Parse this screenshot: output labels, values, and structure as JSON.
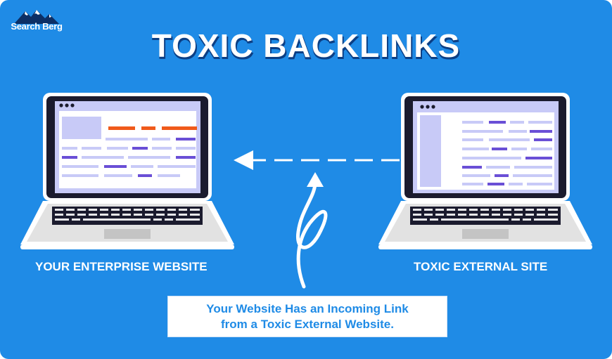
{
  "brand": {
    "name": "Search Berg"
  },
  "title": "TOXIC BACKLINKS",
  "left_laptop": {
    "caption": "YOUR ENTERPRISE WEBSITE"
  },
  "right_laptop": {
    "caption": "TOXIC EXTERNAL SITE"
  },
  "callout": {
    "line1": "Your Website Has an Incoming Link",
    "line2": "from a Toxic External Website."
  },
  "colors": {
    "background": "#1f8be6",
    "screen": "#c8caf7",
    "accent_orange": "#f05a1a",
    "accent_purple": "#6a4fd6",
    "callout_text": "#1f8be6"
  }
}
